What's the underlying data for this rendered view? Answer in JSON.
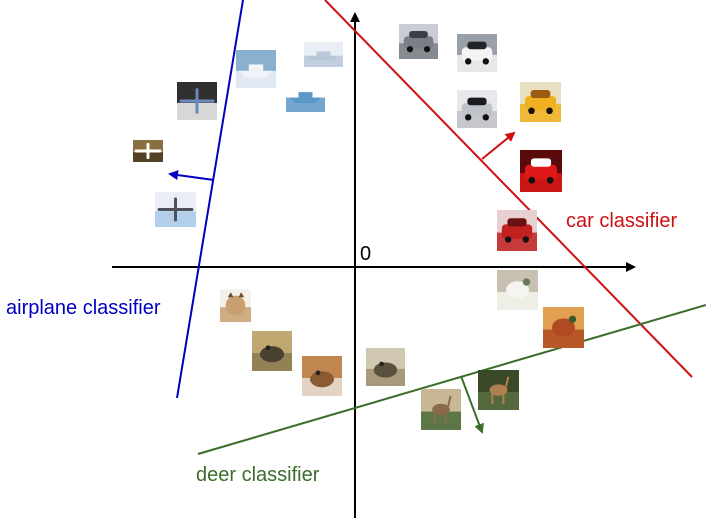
{
  "origin_label": "0",
  "classifiers": [
    {
      "key": "airplane",
      "label": "airplane classifier",
      "color": "#0000c0"
    },
    {
      "key": "car",
      "label": "car classifier",
      "color": "#d01010"
    },
    {
      "key": "deer",
      "label": "deer classifier",
      "color": "#3a6e2a"
    }
  ],
  "images": [
    {
      "name": "car-thumb-1",
      "icon": "car-icon",
      "colors": [
        "#7a7e86",
        "#3b3f44",
        "#c9ccd2"
      ]
    },
    {
      "name": "car-thumb-2",
      "icon": "car-icon",
      "colors": [
        "#f4f4f4",
        "#222428",
        "#9aa0a8"
      ]
    },
    {
      "name": "car-thumb-3",
      "icon": "car-icon",
      "colors": [
        "#bfc2c8",
        "#1a1c20",
        "#e8e8ec"
      ]
    },
    {
      "name": "car-thumb-4",
      "icon": "car-icon",
      "colors": [
        "#f0b020",
        "#9a5a10",
        "#e8e0c0"
      ]
    },
    {
      "name": "car-thumb-5",
      "icon": "car-icon",
      "colors": [
        "#e01818",
        "#ffffff",
        "#5a0a0a"
      ]
    },
    {
      "name": "truck-thumb",
      "icon": "truck-icon",
      "colors": [
        "#c02020",
        "#6a1010",
        "#e8d0d0"
      ]
    },
    {
      "name": "ship-thumb-1",
      "icon": "ship-icon",
      "colors": [
        "#f0f4f8",
        "#3a6aa0",
        "#8ab0d0"
      ]
    },
    {
      "name": "ship-thumb-2",
      "icon": "ship-icon",
      "colors": [
        "#b8c8d8",
        "#405a78",
        "#e8eef4"
      ]
    },
    {
      "name": "ship-thumb-3",
      "icon": "ship-icon",
      "colors": [
        "#5a98c8",
        "#2a4a6a",
        "#ffffff"
      ]
    },
    {
      "name": "airplane-thumb-1",
      "icon": "airplane-icon",
      "colors": [
        "#f4f4f4",
        "#6a88b8",
        "#303030"
      ]
    },
    {
      "name": "airplane-thumb-2",
      "icon": "airplane-icon",
      "colors": [
        "#4a3a20",
        "#ffffff",
        "#8a7040"
      ]
    },
    {
      "name": "airplane-thumb-3",
      "icon": "airplane-icon",
      "colors": [
        "#a8c8e8",
        "#505058",
        "#e8eef4"
      ]
    },
    {
      "name": "bird-thumb-1",
      "icon": "bird-icon",
      "colors": [
        "#f4f4f0",
        "#6a7a5a",
        "#c8c0b0"
      ]
    },
    {
      "name": "bird-thumb-2",
      "icon": "bird-icon",
      "colors": [
        "#b04a20",
        "#3a5a2a",
        "#e0a050"
      ]
    },
    {
      "name": "cat-thumb",
      "icon": "cat-icon",
      "colors": [
        "#c8a070",
        "#6a4a28",
        "#f4f0ea"
      ]
    },
    {
      "name": "frog-thumb-1",
      "icon": "frog-icon",
      "colors": [
        "#8a7a50",
        "#4a4030",
        "#c0a870"
      ]
    },
    {
      "name": "frog-thumb-2",
      "icon": "frog-icon",
      "colors": [
        "#e8e0d8",
        "#8a5a30",
        "#c08850"
      ]
    },
    {
      "name": "frog-thumb-3",
      "icon": "frog-icon",
      "colors": [
        "#a09070",
        "#5a5040",
        "#d0c8b0"
      ]
    },
    {
      "name": "deer-thumb-1",
      "icon": "deer-icon",
      "colors": [
        "#5a7040",
        "#b08050",
        "#3a4a28"
      ]
    },
    {
      "name": "deer-thumb-2",
      "icon": "deer-icon",
      "colors": [
        "#4a6a38",
        "#8a6a48",
        "#c8b898"
      ]
    }
  ]
}
